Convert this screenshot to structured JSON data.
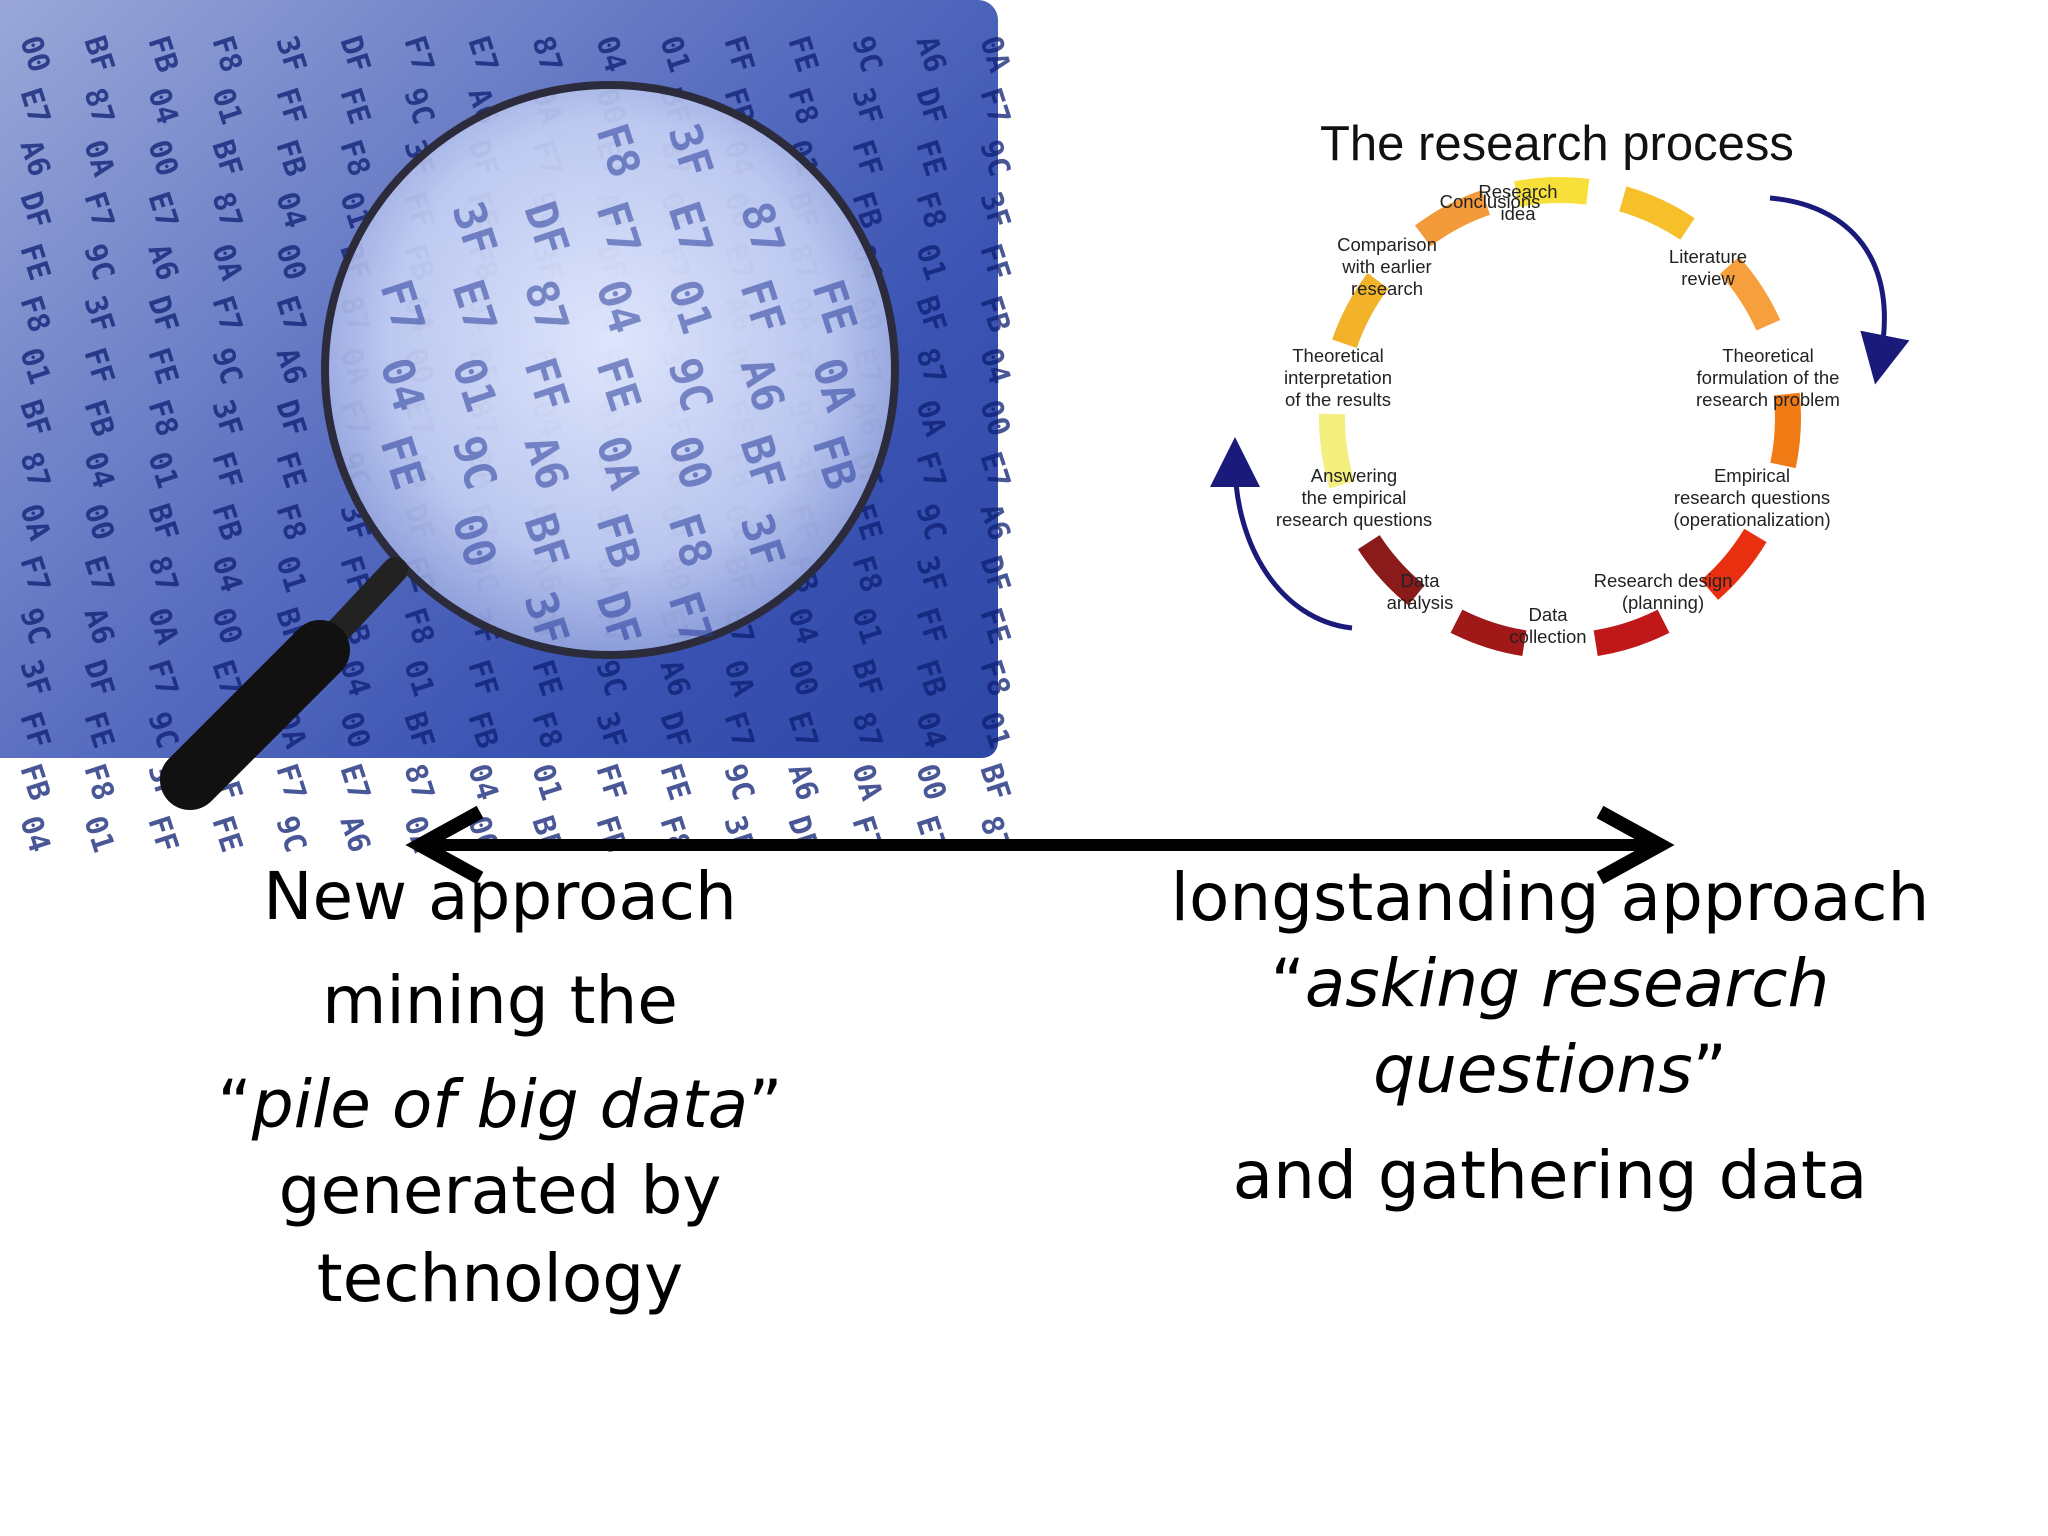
{
  "photo": {
    "alt": "magnifying glass over hexadecimal data",
    "hex_tokens": [
      "00",
      "BF",
      "FB",
      "F8",
      "3F",
      "DF",
      "F7",
      "E7",
      "87",
      "04",
      "01",
      "FF",
      "FE",
      "9C",
      "A6",
      "0A"
    ]
  },
  "process_diagram": {
    "title": "The research process",
    "stages": [
      {
        "id": "research-idea",
        "label": "Research\nidea",
        "color": "#f7e03a"
      },
      {
        "id": "literature-review",
        "label": "Literature\nreview",
        "color": "#f7c02a"
      },
      {
        "id": "theoretical-formulation",
        "label": "Theoretical\nformulation of the\nresearch problem",
        "color": "#f5a03c"
      },
      {
        "id": "empirical-questions",
        "label": "Empirical\nresearch questions\n(operationalization)",
        "color": "#f07a14"
      },
      {
        "id": "research-design",
        "label": "Research design\n(planning)",
        "color": "#e83010"
      },
      {
        "id": "data-collection",
        "label": "Data\ncollection",
        "color": "#c01818"
      },
      {
        "id": "data-analysis",
        "label": "Data\nanalysis",
        "color": "#a01818"
      },
      {
        "id": "answering-questions",
        "label": "Answering\nthe empirical\nresearch questions",
        "color": "#8b1a1a"
      },
      {
        "id": "theoretical-interpretation",
        "label": "Theoretical\ninterpretation\nof the results",
        "color": "#f4f080"
      },
      {
        "id": "comparison",
        "label": "Comparison\nwith earlier\nresearch",
        "color": "#f2b22a"
      },
      {
        "id": "conclusions",
        "label": "Conclusions",
        "color": "#f39a3a"
      }
    ],
    "arrow_color": "#1a1a7a"
  },
  "left_text": {
    "line1": "New approach",
    "line2": "mining  the",
    "line3_open": "“",
    "line3_it": "pile of big data",
    "line3_close": "”",
    "line4": "generated by",
    "line5": "technology"
  },
  "right_text": {
    "line1": "longstanding approach",
    "line2_open": "“",
    "line2_it": "asking research",
    "line3_it": "questions",
    "line3_close": "”",
    "line4": "and gathering data"
  }
}
